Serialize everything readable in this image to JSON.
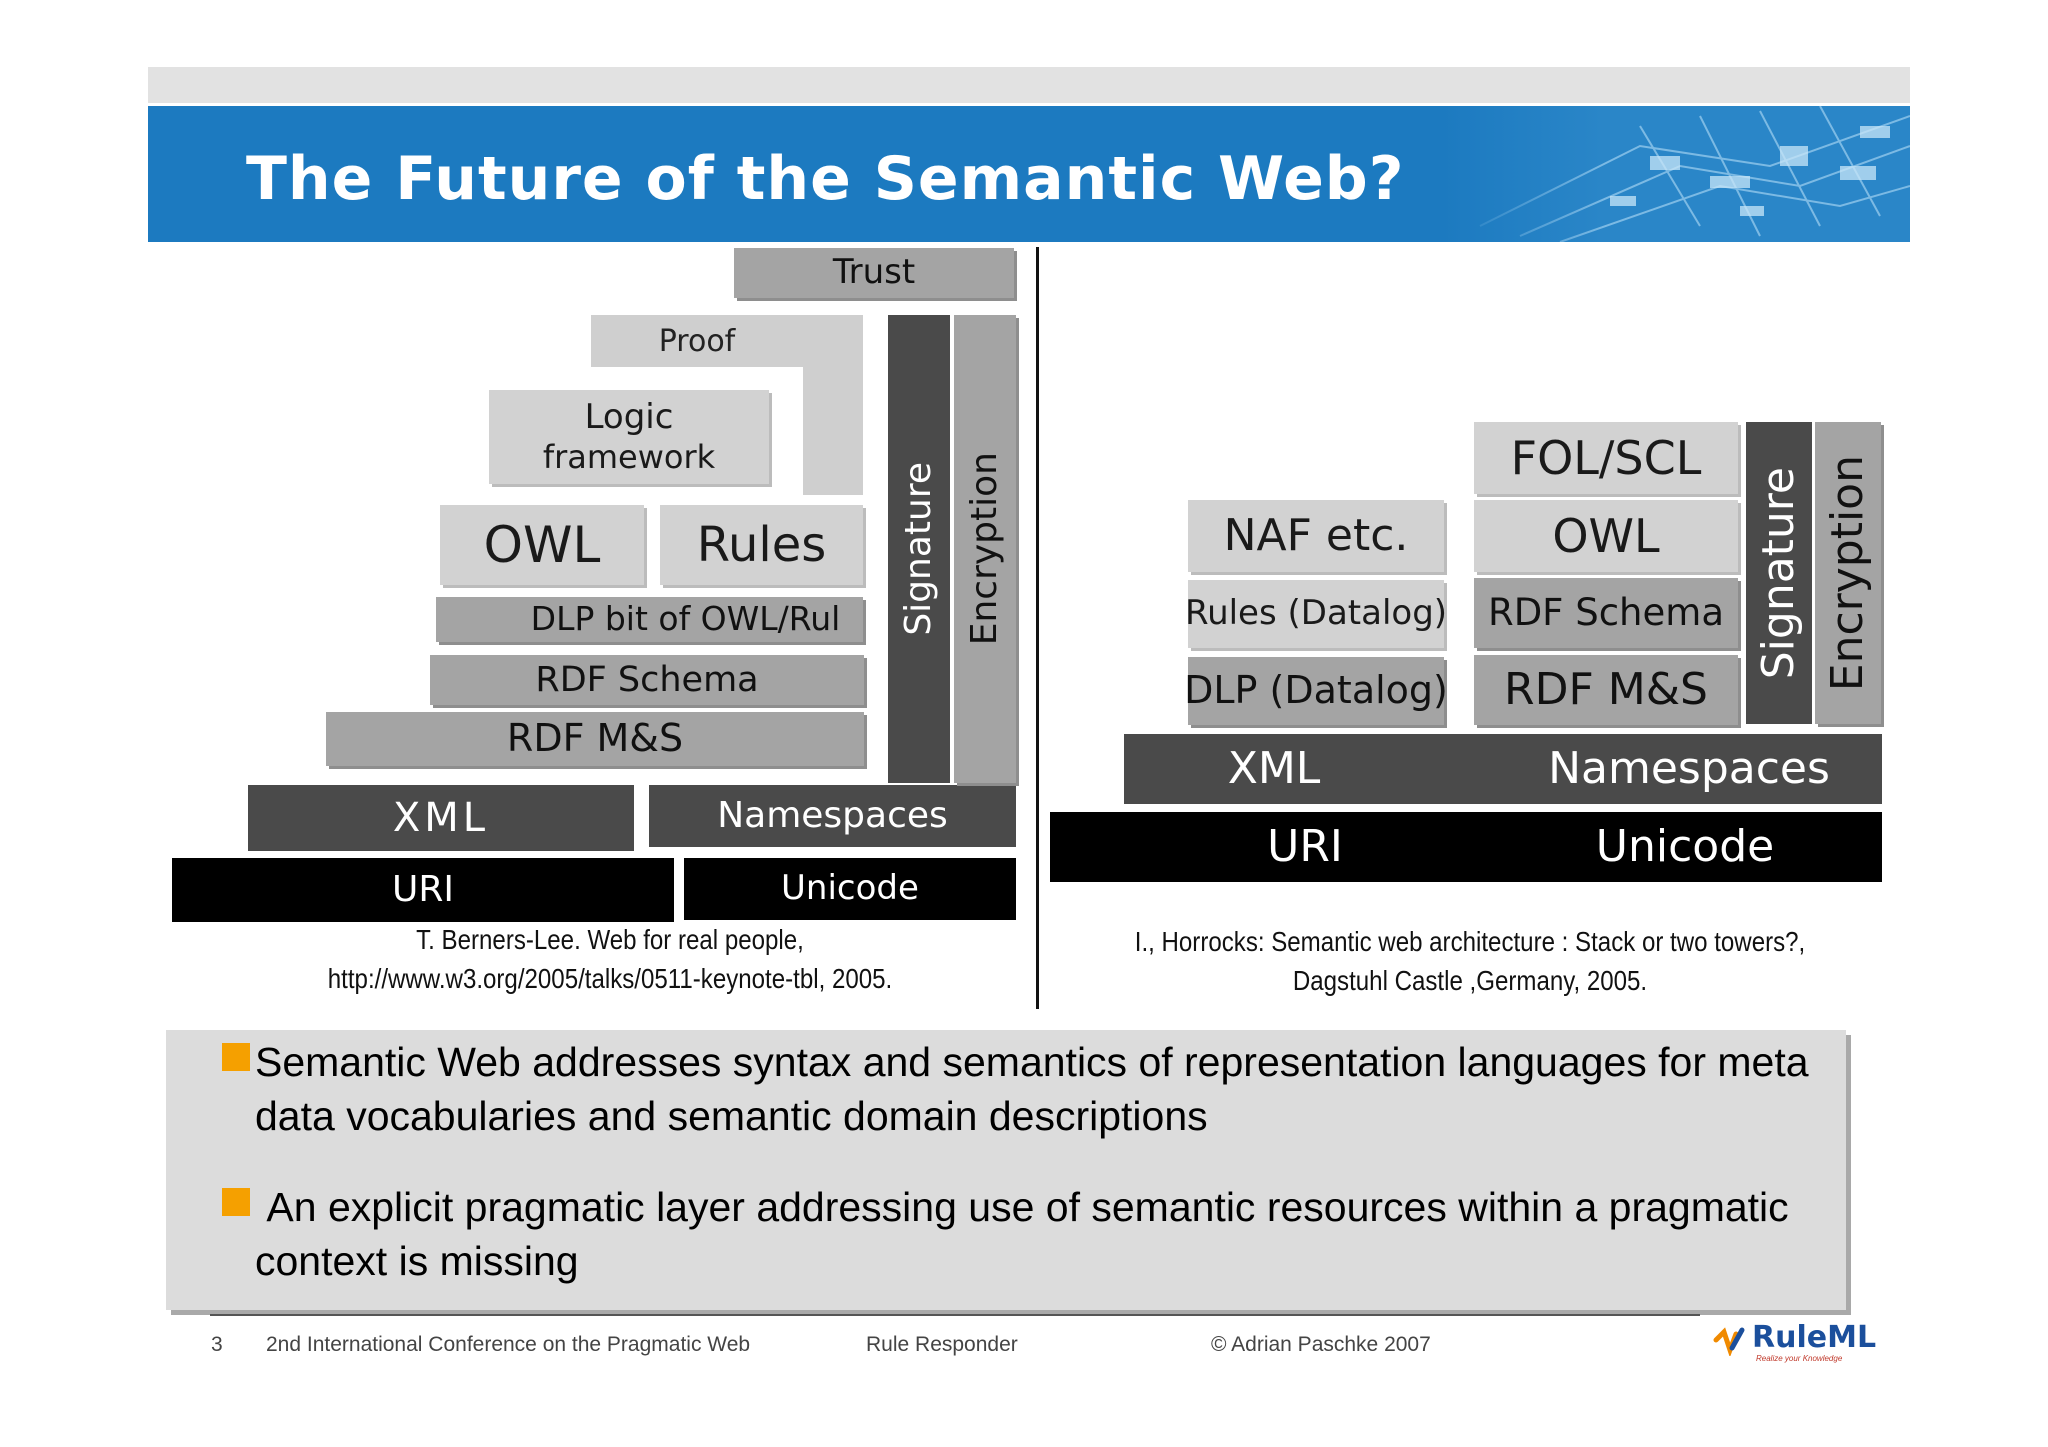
{
  "slide": {
    "title": "The Future of the Semantic Web?"
  },
  "left_stack": {
    "trust": "Trust",
    "proof": "Proof",
    "logic_line1": "Logic",
    "logic_line2": "framework",
    "owl": "OWL",
    "rules": "Rules",
    "dlp": "DLP bit of OWL/Rul",
    "rdf_schema": "RDF Schema",
    "rdf_ms": "RDF M&S",
    "xml": "XML",
    "namespaces": "Namespaces",
    "uri": "URI",
    "unicode": "Unicode",
    "signature": "Signature",
    "encryption": "Encryption",
    "citation_line1": "T. Berners-Lee. Web for real people,",
    "citation_line2": "http://www.w3.org/2005/talks/0511-keynote-tbl, 2005."
  },
  "right_stack": {
    "fol_scl": "FOL/SCL",
    "naf": "NAF etc.",
    "owl": "OWL",
    "rules_datalog": "Rules (Datalog)",
    "rdf_schema": "RDF Schema",
    "dlp_datalog": "DLP (Datalog)",
    "rdf_ms": "RDF M&S",
    "xml": "XML",
    "namespaces": "Namespaces",
    "uri": "URI",
    "unicode": "Unicode",
    "signature": "Signature",
    "encryption": "Encryption",
    "citation_line1": "I., Horrocks: Semantic web architecture : Stack or two towers?,",
    "citation_line2": "Dagstuhl Castle ,Germany, 2005."
  },
  "bullets": [
    "Semantic Web addresses syntax and semantics of representation languages for meta data vocabularies and semantic domain descriptions",
    " An explicit pragmatic layer addressing use of semantic resources within a pragmatic context is missing"
  ],
  "footer": {
    "page": "3",
    "conference": "2nd International Conference on the Pragmatic Web",
    "talk": "Rule Responder",
    "copyright": "© Adrian Paschke 2007",
    "logo_text": "RuleML",
    "logo_tagline": "Realize your Knowledge"
  },
  "colors": {
    "title_bar": "#1c7ac0",
    "bullet_square": "#f5a000",
    "logo_orange": "#f08a00",
    "logo_blue": "#1b4f9c"
  }
}
